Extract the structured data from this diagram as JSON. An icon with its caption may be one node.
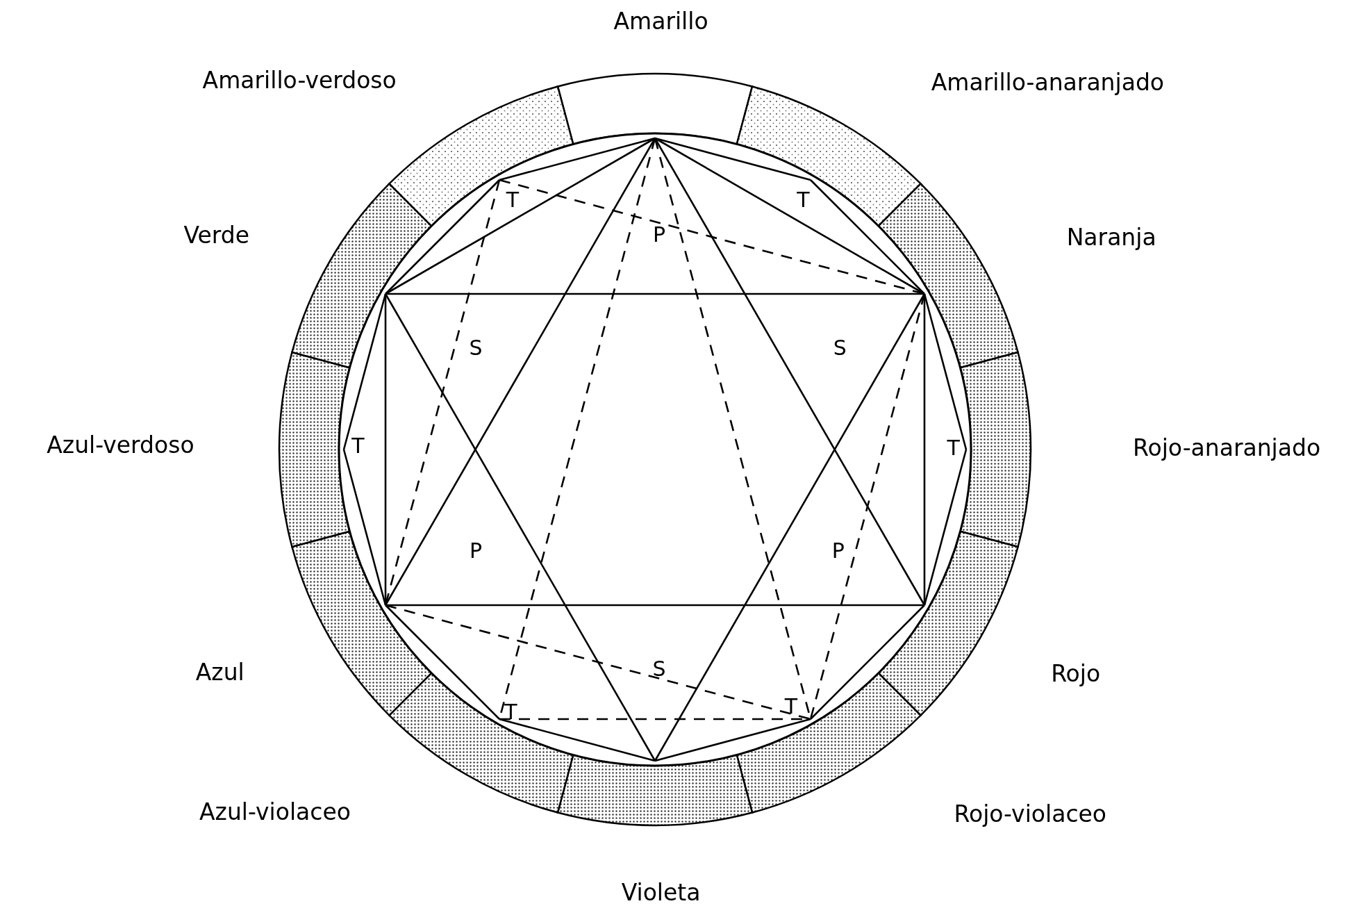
{
  "diagram": {
    "labels": [
      "Amarillo",
      "Amarillo-verdoso",
      "Amarillo-anaranjado",
      "T",
      "T",
      "Verde",
      "P",
      "Naranja",
      "S",
      "S",
      "Azul-verdoso",
      "T",
      "T",
      "Rojo-anaranjado",
      "P",
      "P",
      "Azul",
      "S",
      "Rojo",
      "T",
      "T",
      "Azul-violaceo",
      "Rojo-violaceo",
      "Violeta"
    ]
  }
}
